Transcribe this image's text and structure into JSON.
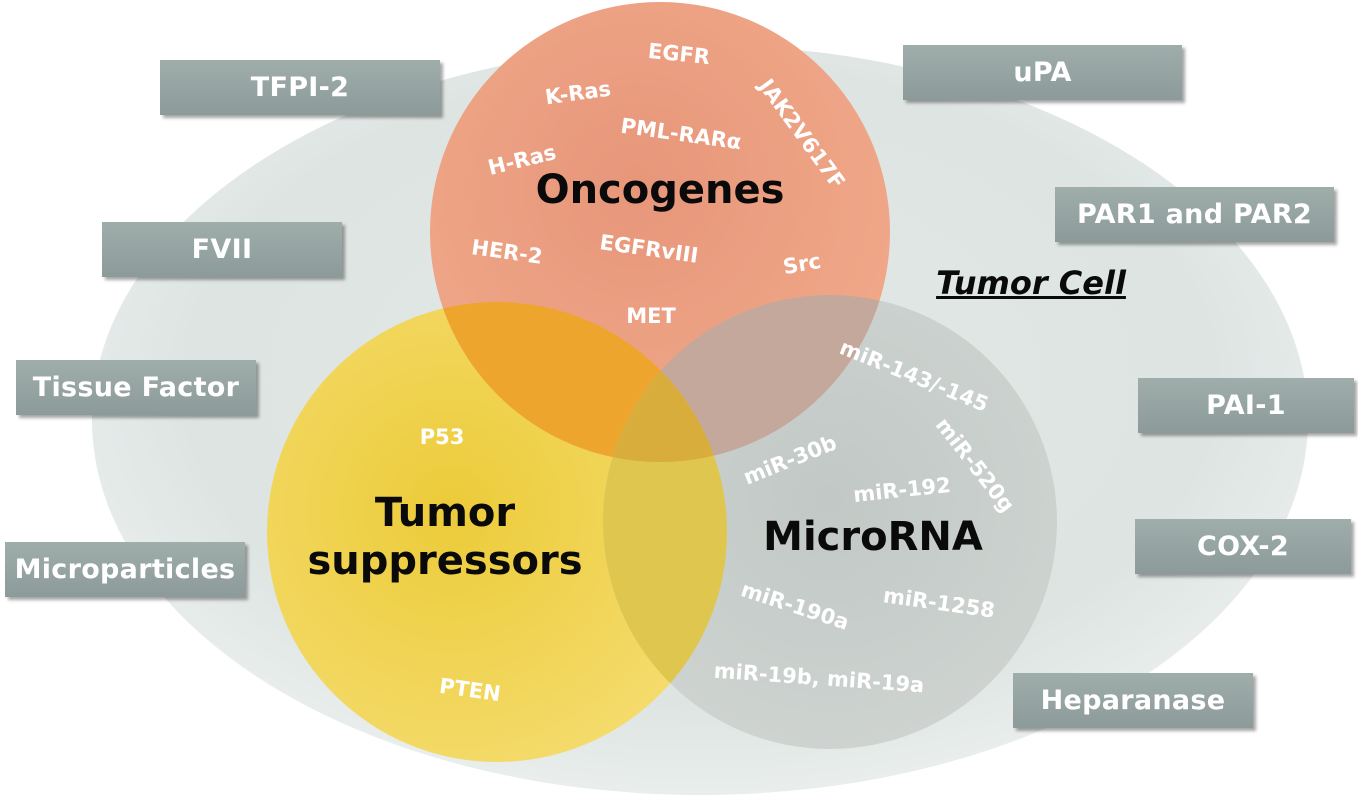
{
  "title": "Tumor Cell",
  "circles": {
    "oncogenes": {
      "label": "Oncogenes",
      "color": "#eb9a7d"
    },
    "suppressors": {
      "label_line1": "Tumor",
      "label_line2": "suppressors",
      "color": "#f0d34a"
    },
    "microrna": {
      "label": "MicroRNA",
      "color": "#c5cbc8"
    }
  },
  "oncogene_items": [
    "EGFR",
    "K-Ras",
    "JAK2V617F",
    "PML-RARα",
    "H-Ras",
    "HER-2",
    "EGFRvIII",
    "Src",
    "MET"
  ],
  "suppressor_items": [
    "P53",
    "PTEN"
  ],
  "microrna_items": [
    "miR-143/-145",
    "miR-520g",
    "miR-30b",
    "miR-192",
    "miR-190a",
    "miR-1258",
    "miR-19b, miR-19a"
  ],
  "left_factors": [
    "TFPI-2",
    "FVII",
    "Tissue Factor",
    "Microparticles"
  ],
  "right_factors": [
    "uPA",
    "PAR1 and PAR2",
    "PAI-1",
    "COX-2",
    "Heparanase"
  ]
}
